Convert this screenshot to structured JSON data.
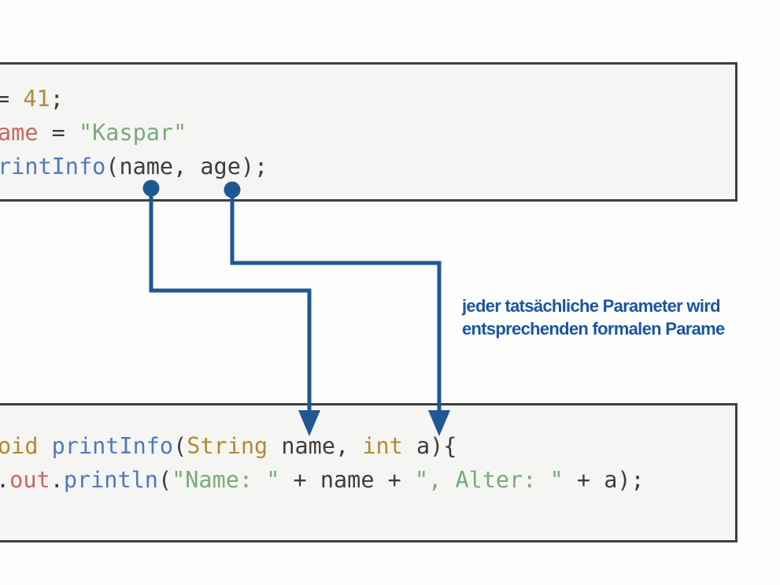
{
  "colors": {
    "plain": "#3d3d3d",
    "keyword": "#b5892e",
    "number": "#ad8b3a",
    "function": "#5179bb",
    "variable": "#c96762",
    "string": "#7aaa7a",
    "arrow": "#1d5893",
    "annotation": "#1b569e",
    "box_background": "#f5f5f3",
    "box_border": "#3f3f3f"
  },
  "code_boxes": [
    {
      "id": "caller-code",
      "lines": [
        {
          "tokens": [
            {
              "text": "= ",
              "type": "plain"
            },
            {
              "text": "41",
              "type": "number"
            },
            {
              "text": ";",
              "type": "plain"
            }
          ]
        },
        {
          "tokens": [
            {
              "text": "ame",
              "type": "variable"
            },
            {
              "text": " = ",
              "type": "plain"
            },
            {
              "text": "\"Kaspar\"",
              "type": "string"
            }
          ]
        },
        {
          "tokens": [
            {
              "text": "rintInfo",
              "type": "function"
            },
            {
              "text": "(name, age);",
              "type": "plain"
            }
          ]
        }
      ]
    },
    {
      "id": "method-definition-code",
      "lines": [
        {
          "tokens": [
            {
              "text": "oid ",
              "type": "keyword"
            },
            {
              "text": "printInfo",
              "type": "function"
            },
            {
              "text": "(",
              "type": "plain"
            },
            {
              "text": "String",
              "type": "keyword"
            },
            {
              "text": " name, ",
              "type": "plain"
            },
            {
              "text": "int",
              "type": "keyword"
            },
            {
              "text": " a){",
              "type": "plain"
            }
          ]
        },
        {
          "tokens": [
            {
              "text": ".",
              "type": "plain"
            },
            {
              "text": "out",
              "type": "variable"
            },
            {
              "text": ".",
              "type": "plain"
            },
            {
              "text": "println",
              "type": "function"
            },
            {
              "text": "(",
              "type": "plain"
            },
            {
              "text": "\"Name: \"",
              "type": "string"
            },
            {
              "text": " + name + ",
              "type": "plain"
            },
            {
              "text": "\", Alter: \"",
              "type": "string"
            },
            {
              "text": " + a);",
              "type": "plain"
            }
          ]
        }
      ]
    }
  ],
  "annotation": {
    "line1": "jeder tatsächliche Parameter wird",
    "line2": "entsprechenden formalen Parame"
  }
}
